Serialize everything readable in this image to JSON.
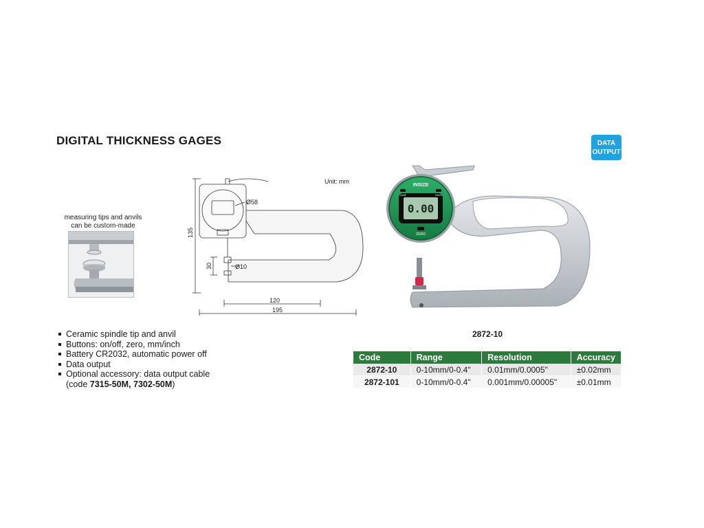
{
  "title": "DIGITAL THICKNESS GAGES",
  "badge": {
    "line1": "DATA",
    "line2": "OUTPUT"
  },
  "tips_caption": {
    "line1": "measuring tips and anvils",
    "line2": "can be custom-made"
  },
  "drawing": {
    "unit": "Unit: mm",
    "dial_diameter": "Ø58",
    "height_dim": "135",
    "gap_dim": "30",
    "tip_diameter": "Ø10",
    "throat_depth": "120",
    "overall_length": "195"
  },
  "gauge_photo": {
    "brand": "INSIZE",
    "display": "0.00",
    "zero_label": "ZERO",
    "left_button": "on/off",
    "right_button": "mm/in"
  },
  "model_caption": "2872-10",
  "features": [
    "Ceramic spindle tip and anvil",
    "Buttons: on/off, zero, mm/inch",
    "Battery CR2032, automatic power off",
    "Data output"
  ],
  "feature_accessory": {
    "text1": "Optional accessory: data output cable",
    "text2": "(code ",
    "code1": "7315-50M",
    "sep": ", ",
    "code2": "7302-50M",
    "text3": ")"
  },
  "table": {
    "headers": [
      "Code",
      "Range",
      "Resolution",
      "Accuracy"
    ],
    "rows": [
      [
        "2872-10",
        "0-10mm/0-0.4\"",
        "0.01mm/0.0005\"",
        "±0.02mm"
      ],
      [
        "2872-101",
        "0-10mm/0-0.4\"",
        "0.001mm/0.00005\"",
        "±0.01mm"
      ]
    ]
  },
  "colors": {
    "table_header": "#2d7a3d",
    "badge": "#1fa3e0",
    "dial_green": "#1f9a55",
    "lcd": "#a9c8b0"
  }
}
